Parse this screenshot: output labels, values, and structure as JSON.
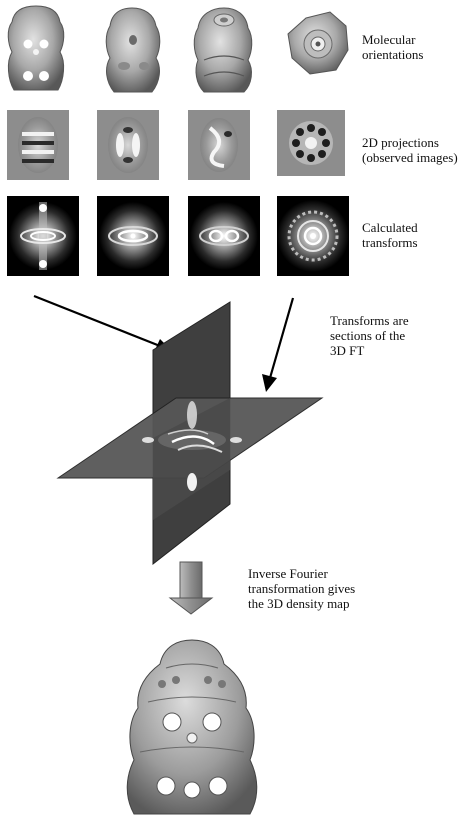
{
  "rows": {
    "orientations": {
      "line1": "Molecular",
      "line2": "orientations"
    },
    "projections": {
      "line1": "2D projections",
      "line2": "(observed images)"
    },
    "transforms": {
      "line1": "Calculated",
      "line2": "transforms"
    }
  },
  "sections_note": {
    "line1": "Transforms are",
    "line2": "sections of the",
    "line3": "3D FT"
  },
  "inverse_note": {
    "line1": "Inverse Fourier",
    "line2": "transformation gives",
    "line3": "the 3D density map"
  }
}
